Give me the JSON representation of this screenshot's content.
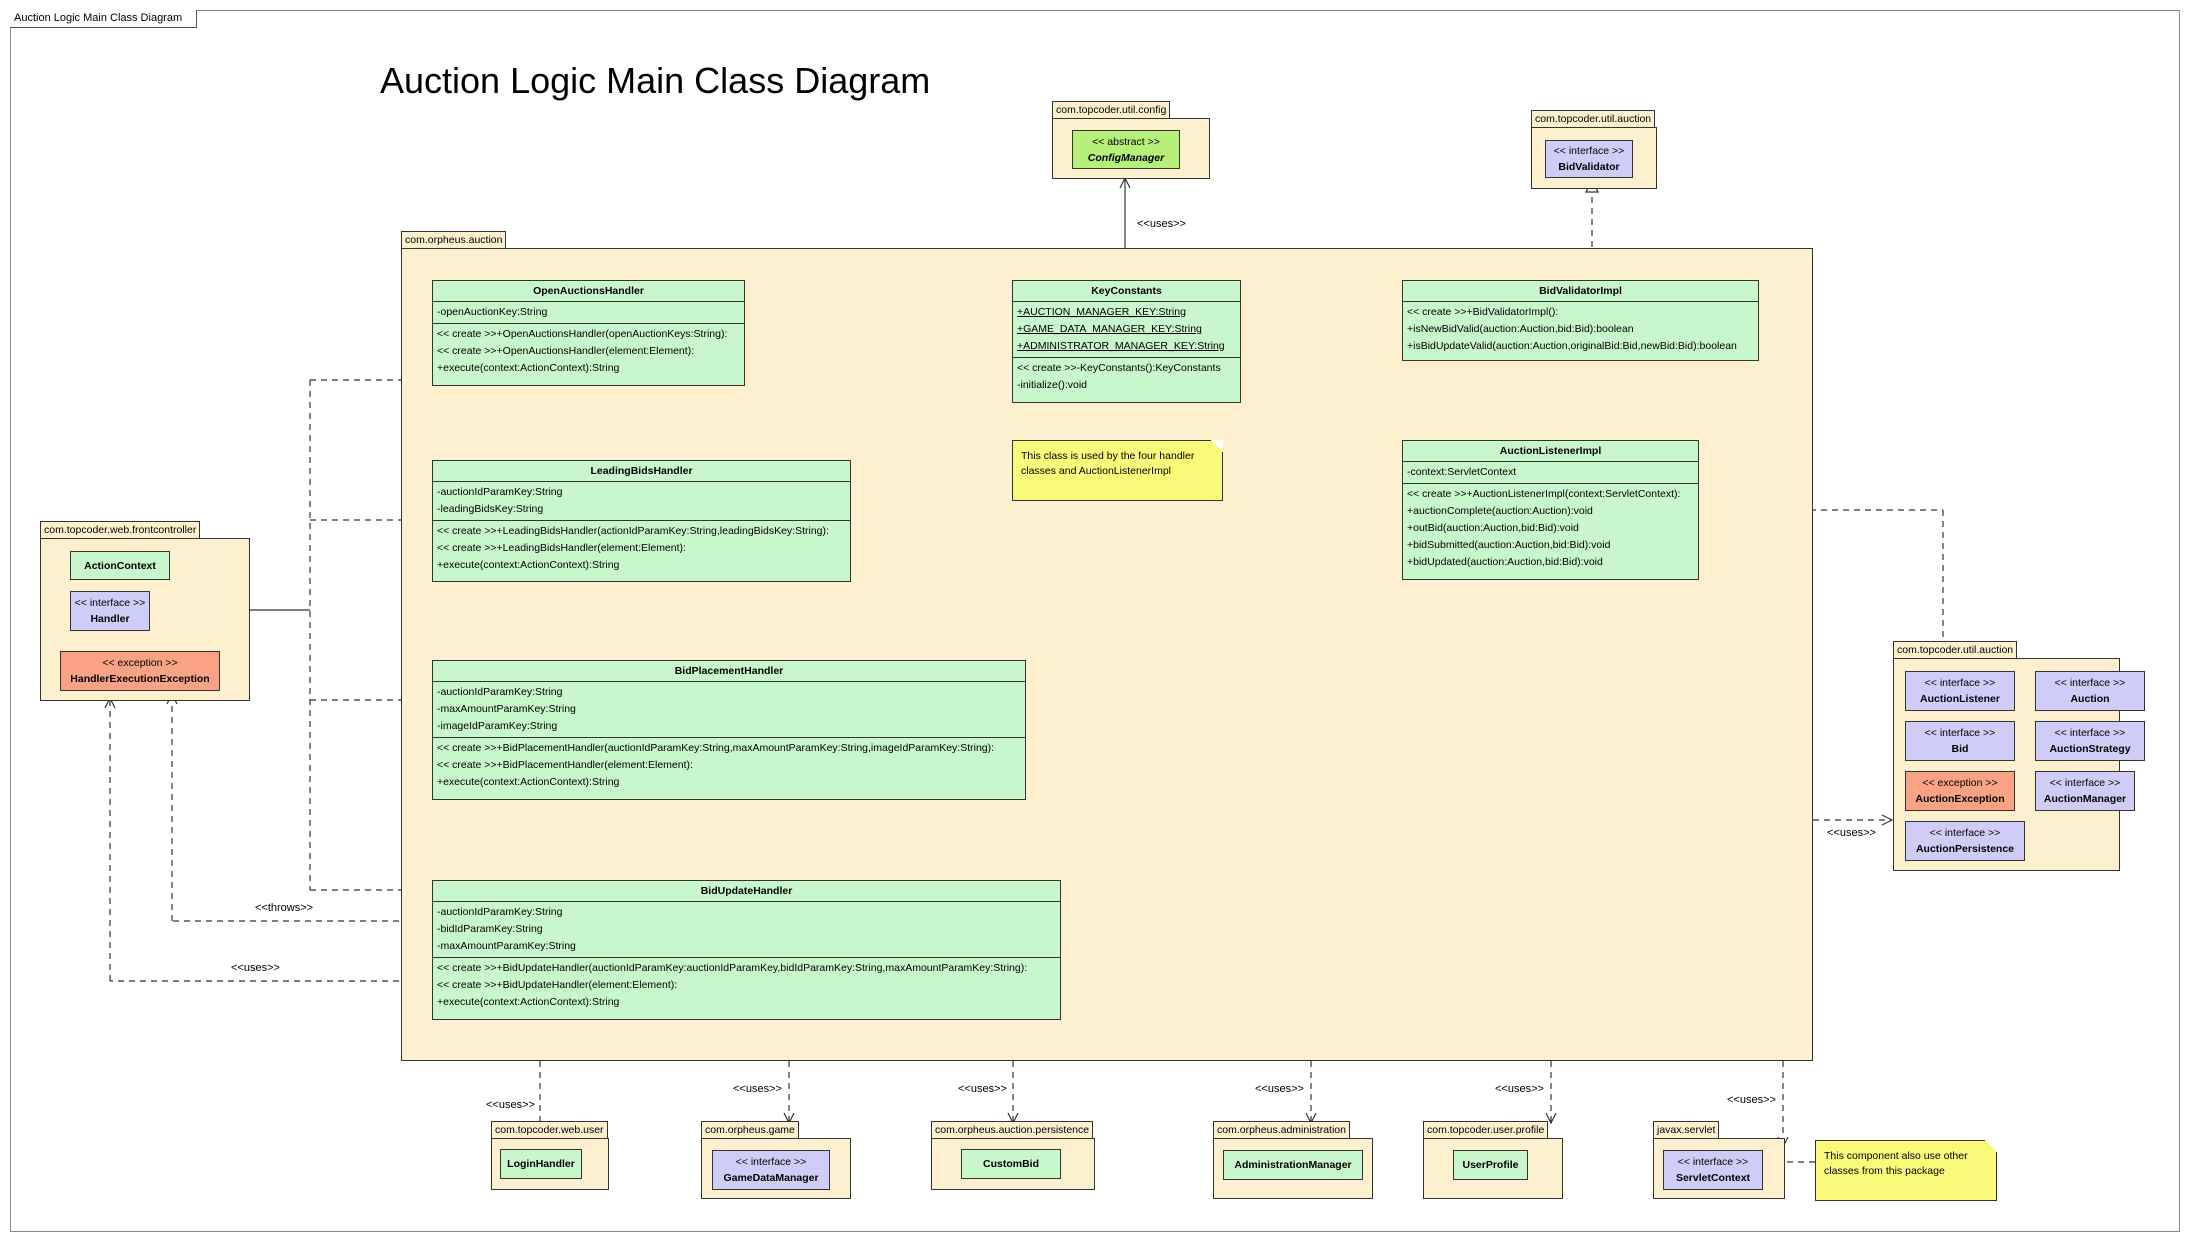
{
  "frame_label": "Auction Logic Main Class Diagram",
  "title": "Auction Logic Main Class Diagram",
  "packages": {
    "util_config": "com.topcoder.util.config",
    "util_auction_top": "com.topcoder.util.auction",
    "orpheus_auction": "com.orpheus.auction",
    "frontcontroller": "com.topcoder.web.frontcontroller",
    "util_auction_right": "com.topcoder.util.auction",
    "web_user": "com.topcoder.web.user",
    "orpheus_game": "com.orpheus.game",
    "auction_persistence": "com.orpheus.auction.persistence",
    "orpheus_administration": "com.orpheus.administration",
    "user_profile": "com.topcoder.user.profile",
    "javax_servlet": "javax.servlet"
  },
  "classes": {
    "open_auctions": {
      "name": "OpenAuctionsHandler",
      "attrs": [
        "-openAuctionKey:String"
      ],
      "ops": [
        "<< create >>+OpenAuctionsHandler(openAuctionKeys:String):",
        "<< create >>+OpenAuctionsHandler(element:Element):",
        "+execute(context:ActionContext):String"
      ]
    },
    "leading_bids": {
      "name": "LeadingBidsHandler",
      "attrs": [
        "-auctionIdParamKey:String",
        "-leadingBidsKey:String"
      ],
      "ops": [
        "<< create >>+LeadingBidsHandler(actionIdParamKey:String,leadingBidsKey:String):",
        "<< create >>+LeadingBidsHandler(element:Element):",
        "+execute(context:ActionContext):String"
      ]
    },
    "bid_placement": {
      "name": "BidPlacementHandler",
      "attrs": [
        "-auctionIdParamKey:String",
        "-maxAmountParamKey:String",
        "-imageIdParamKey:String"
      ],
      "ops": [
        "<< create >>+BidPlacementHandler(auctionIdParamKey:String,maxAmountParamKey:String,imageIdParamKey:String):",
        "<< create >>+BidPlacementHandler(element:Element):",
        "+execute(context:ActionContext):String"
      ]
    },
    "bid_update": {
      "name": "BidUpdateHandler",
      "attrs": [
        "-auctionIdParamKey:String",
        "-bidIdParamKey:String",
        "-maxAmountParamKey:String"
      ],
      "ops": [
        "<< create >>+BidUpdateHandler(auctionIdParamKey:auctionIdParamKey,bidIdParamKey:String,maxAmountParamKey:String):",
        "<< create >>+BidUpdateHandler(element:Element):",
        "+execute(context:ActionContext):String"
      ]
    },
    "key_constants": {
      "name": "KeyConstants",
      "attrs": [
        "+AUCTION_MANAGER_KEY:String",
        "+GAME_DATA_MANAGER_KEY:String",
        "+ADMINISTRATOR_MANAGER_KEY:String"
      ],
      "ops": [
        "<< create >>-KeyConstants():KeyConstants",
        "-initialize():void"
      ]
    },
    "bid_validator_impl": {
      "name": "BidValidatorImpl",
      "ops": [
        "<< create >>+BidValidatorImpl():",
        "+isNewBidValid(auction:Auction,bid:Bid):boolean",
        "+isBidUpdateValid(auction:Auction,originalBid:Bid,newBid:Bid):boolean"
      ]
    },
    "auction_listener_impl": {
      "name": "AuctionListenerImpl",
      "attrs": [
        "-context:ServletContext"
      ],
      "ops": [
        "<< create >>+AuctionListenerImpl(context:ServletContext):",
        "+auctionComplete(auction:Auction):void",
        "+outBid(auction:Auction,bid:Bid):void",
        "+bidSubmitted(auction:Auction,bid:Bid):void",
        "+bidUpdated(auction:Auction,bid:Bid):void"
      ]
    }
  },
  "stereotypes": {
    "abstract": "<< abstract >>",
    "interface": "<< interface >>",
    "exception": "<< exception >>"
  },
  "boxes": {
    "config_manager": "ConfigManager",
    "bid_validator": "BidValidator",
    "action_context": "ActionContext",
    "handler": "Handler",
    "handler_exec_exc": "HandlerExecutionException",
    "auction_listener": "AuctionListener",
    "auction": "Auction",
    "bid": "Bid",
    "auction_strategy": "AuctionStrategy",
    "auction_exception": "AuctionException",
    "auction_manager": "AuctionManager",
    "auction_persistence": "AuctionPersistence",
    "login_handler": "LoginHandler",
    "game_data_manager": "GameDataManager",
    "custom_bid": "CustomBid",
    "administration_manager": "AdministrationManager",
    "user_profile": "UserProfile",
    "servlet_context": "ServletContext"
  },
  "notes": {
    "key_constants_note": "This class is used by the four handler classes and AuctionListenerImpl",
    "servlet_note": "This component also use other classes from this package"
  },
  "labels": {
    "uses": "<<uses>>",
    "throws": "<<throws>>"
  }
}
